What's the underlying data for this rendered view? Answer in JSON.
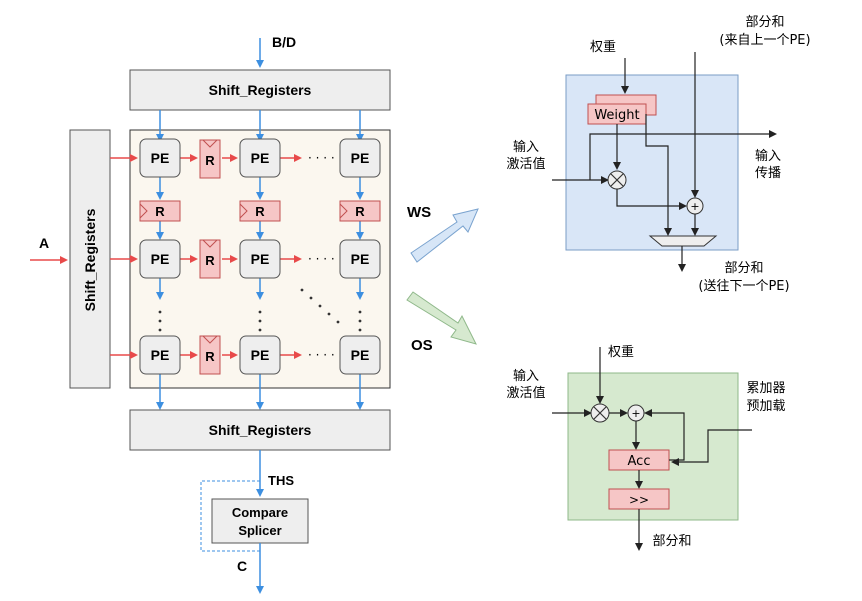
{
  "array": {
    "input_top_label": "B/D",
    "input_left_label": "A",
    "shift_top": "Shift_Registers",
    "shift_left": "Shift_Registers",
    "shift_bottom": "Shift_Registers",
    "pe_label": "PE",
    "reg_label": "R",
    "dots_h": "· · · ·",
    "ths_label": "THS",
    "compare_line1": "Compare",
    "compare_line2": "Splicer",
    "output_label": "C"
  },
  "modes": {
    "ws_label": "WS",
    "os_label": "OS"
  },
  "ws": {
    "weight_label": "权重",
    "psum_in_line1": "部分和",
    "psum_in_line2": "(来自上一个PE)",
    "weight_box": "Weight",
    "act_in_line1": "输入",
    "act_in_line2": "激活值",
    "act_prop_line1": "输入",
    "act_prop_line2": "传播",
    "mult_symbol": "×",
    "add_symbol": "+",
    "psum_out_line1": "部分和",
    "psum_out_line2": "(送往下一个PE)"
  },
  "os": {
    "weight_label": "权重",
    "act_in_line1": "输入",
    "act_in_line2": "激活值",
    "preload_line1": "累加器",
    "preload_line2": "预加载",
    "acc_box": "Acc",
    "shift_box": ">>",
    "psum_out": "部分和",
    "add_symbol": "+"
  },
  "colors": {
    "arrow_blue": "#3d8fe0",
    "arrow_red": "#e84a4a",
    "reg_fill": "#f6c6c6",
    "pe_fill": "#eeeeee",
    "array_bg": "#fbf7ef",
    "ws_bg": "#d9e6f7",
    "os_bg": "#d6e9cf"
  }
}
